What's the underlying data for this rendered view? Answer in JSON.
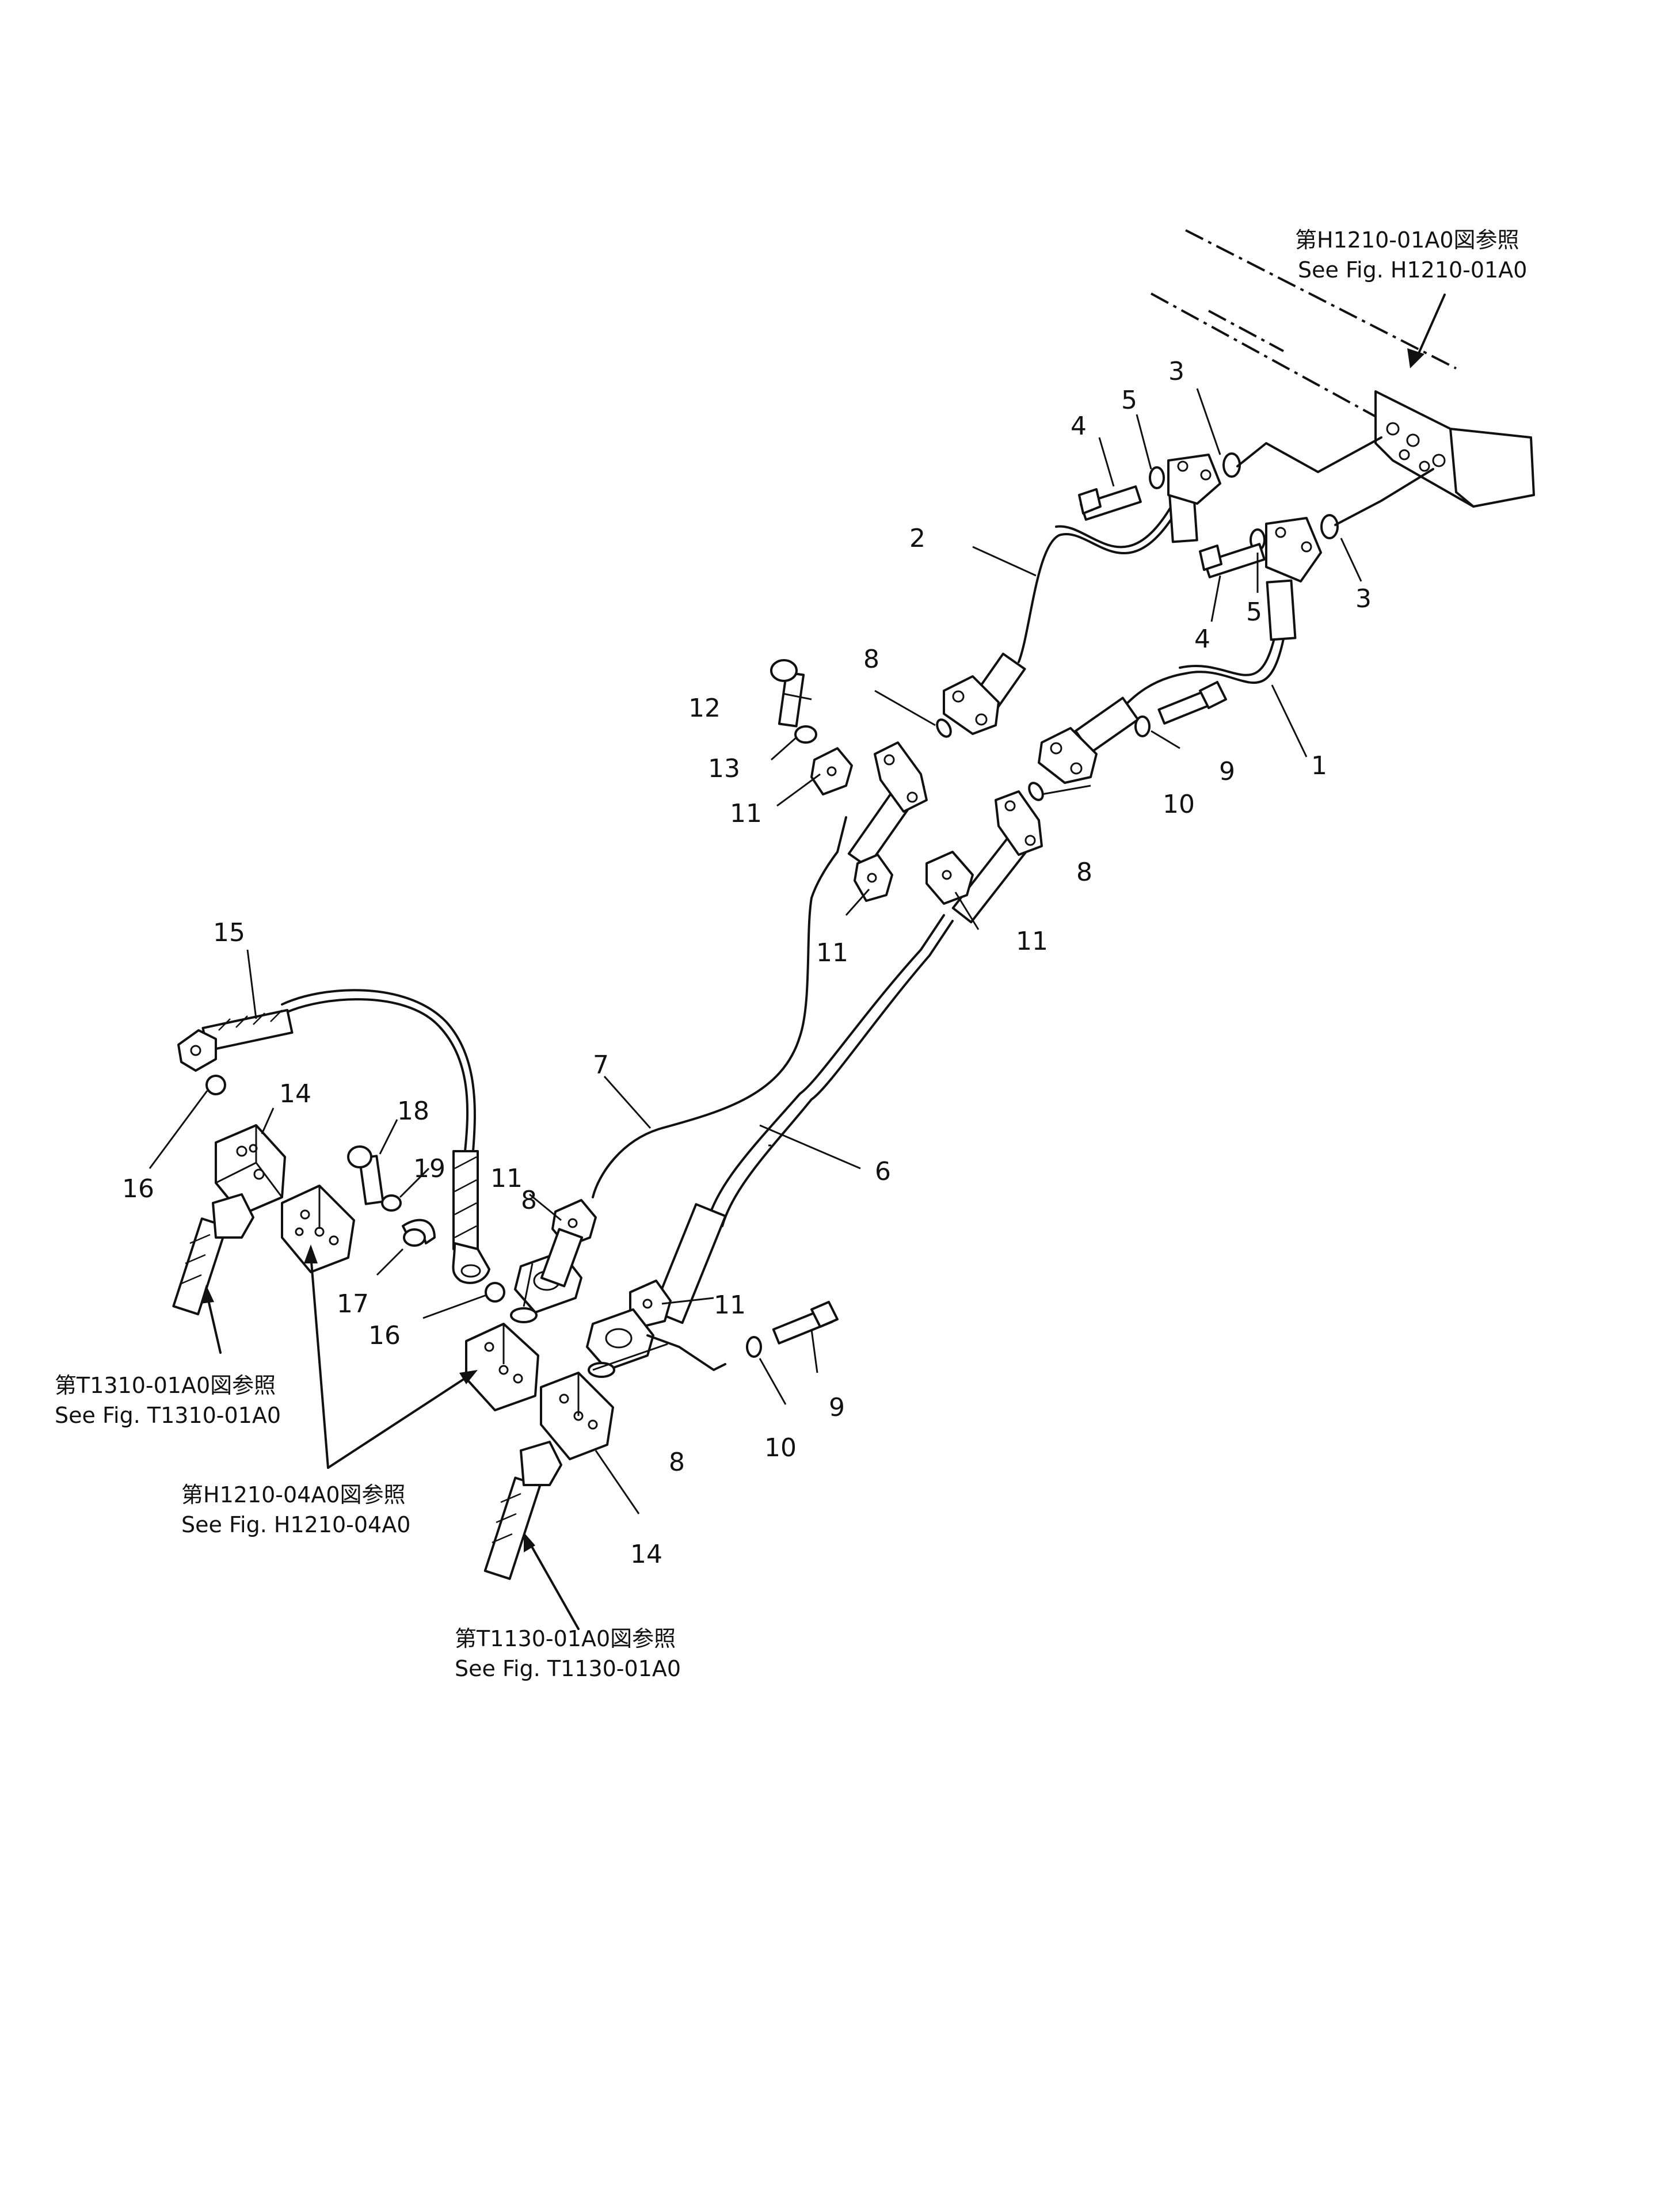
{
  "diagram": {
    "part_numbers": [
      "1",
      "2",
      "3",
      "3",
      "4",
      "4",
      "5",
      "5",
      "6",
      "7",
      "8",
      "8",
      "8",
      "8",
      "9",
      "9",
      "10",
      "10",
      "11",
      "11",
      "11",
      "11",
      "11",
      "12",
      "13",
      "14",
      "14",
      "15",
      "16",
      "16",
      "17",
      "18",
      "19"
    ],
    "references": [
      {
        "jp": "第H1210-01A0図参照",
        "en": "See Fig. H1210-01A0"
      },
      {
        "jp": "第T1310-01A0図参照",
        "en": "See Fig. T1310-01A0"
      },
      {
        "jp": "第H1210-04A0図参照",
        "en": "See Fig. H1210-04A0"
      },
      {
        "jp": "第T1130-01A0図参照",
        "en": "See Fig. T1130-01A0"
      }
    ]
  }
}
